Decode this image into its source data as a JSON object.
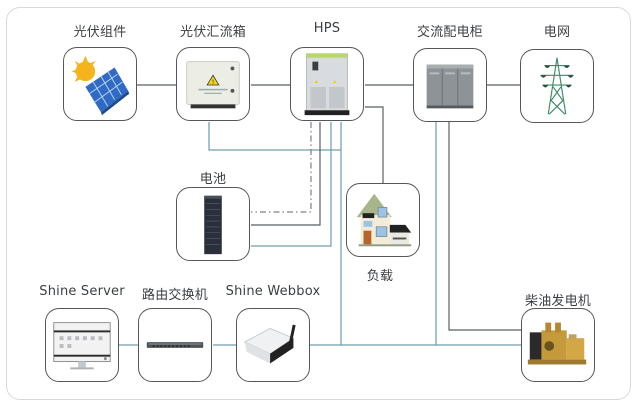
{
  "diagram": {
    "title": "",
    "nodes": {
      "pv_module": {
        "label": "光伏组件",
        "icon": "solar-panel-icon"
      },
      "pv_combiner": {
        "label": "光伏汇流箱",
        "icon": "combiner-box-icon"
      },
      "hps": {
        "label": "HPS",
        "icon": "inverter-cabinet-icon"
      },
      "ac_cabinet": {
        "label": "交流配电柜",
        "icon": "distribution-cabinet-icon"
      },
      "grid": {
        "label": "电网",
        "icon": "power-tower-icon"
      },
      "battery": {
        "label": "电池",
        "icon": "battery-rack-icon"
      },
      "load": {
        "label": "负载",
        "icon": "house-icon"
      },
      "shine_server": {
        "label": "Shine Server",
        "icon": "monitor-icon"
      },
      "router": {
        "label": "路由交换机",
        "icon": "network-switch-icon"
      },
      "shine_webbox": {
        "label": "Shine Webbox",
        "icon": "wifi-router-icon"
      },
      "diesel_generator": {
        "label": "柴油发电机",
        "icon": "generator-icon"
      }
    },
    "connections": [
      {
        "from": "pv_module",
        "to": "pv_combiner",
        "type": "power"
      },
      {
        "from": "pv_combiner",
        "to": "hps",
        "type": "power"
      },
      {
        "from": "hps",
        "to": "ac_cabinet",
        "type": "power"
      },
      {
        "from": "ac_cabinet",
        "to": "grid",
        "type": "power"
      },
      {
        "from": "pv_combiner",
        "to": "hps",
        "type": "communication"
      },
      {
        "from": "hps",
        "to": "battery",
        "type": "dash-dot"
      },
      {
        "from": "hps",
        "to": "battery",
        "type": "power"
      },
      {
        "from": "hps",
        "to": "battery",
        "type": "communication"
      },
      {
        "from": "hps",
        "to": "load",
        "type": "power"
      },
      {
        "from": "ac_cabinet",
        "to": "diesel_generator",
        "type": "power"
      },
      {
        "from": "ac_cabinet",
        "to": "communication-bus",
        "type": "communication"
      },
      {
        "from": "hps",
        "to": "communication-bus",
        "type": "communication"
      },
      {
        "from": "shine_server",
        "to": "router",
        "type": "communication"
      },
      {
        "from": "router",
        "to": "shine_webbox",
        "type": "communication"
      },
      {
        "from": "shine_webbox",
        "to": "diesel_generator",
        "type": "communication"
      }
    ],
    "colors": {
      "power_line": "#5b5f63",
      "comm_line": "#6f9bb0",
      "node_border": "#55585b",
      "frame_border": "#d6d9dc"
    }
  }
}
